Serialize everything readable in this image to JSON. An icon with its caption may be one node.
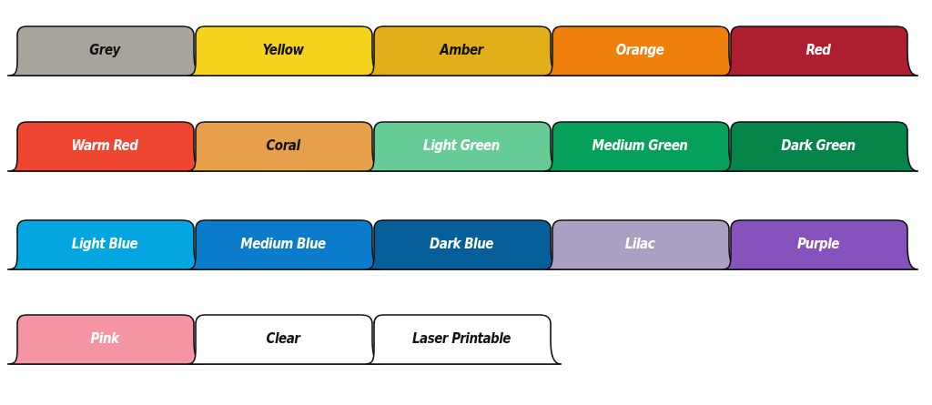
{
  "diagram": {
    "nodes": [
      {
        "text": [
          "Grey"
        ]
      },
      {
        "text": [
          "Yellow"
        ]
      },
      {
        "text": [
          "Amber"
        ]
      },
      {
        "text": [
          "Orange"
        ]
      },
      {
        "text": [
          "Red"
        ]
      },
      {
        "text": [
          "Warm Red"
        ]
      },
      {
        "text": [
          "Coral"
        ]
      },
      {
        "text": [
          "Light Green"
        ]
      },
      {
        "text": [
          "Medium Green"
        ]
      },
      {
        "text": [
          "Dark Green"
        ]
      },
      {
        "text": [
          "Light Blue"
        ]
      },
      {
        "text": [
          "Medium Blue"
        ]
      },
      {
        "text": [
          "Dark Blue"
        ]
      },
      {
        "text": [
          "Lilac"
        ]
      },
      {
        "text": [
          "Purple"
        ]
      },
      {
        "text": [
          "Pink"
        ]
      },
      {
        "text": [
          "Clear"
        ]
      },
      {
        "text": [
          "Laser Printable"
        ]
      }
    ]
  }
}
